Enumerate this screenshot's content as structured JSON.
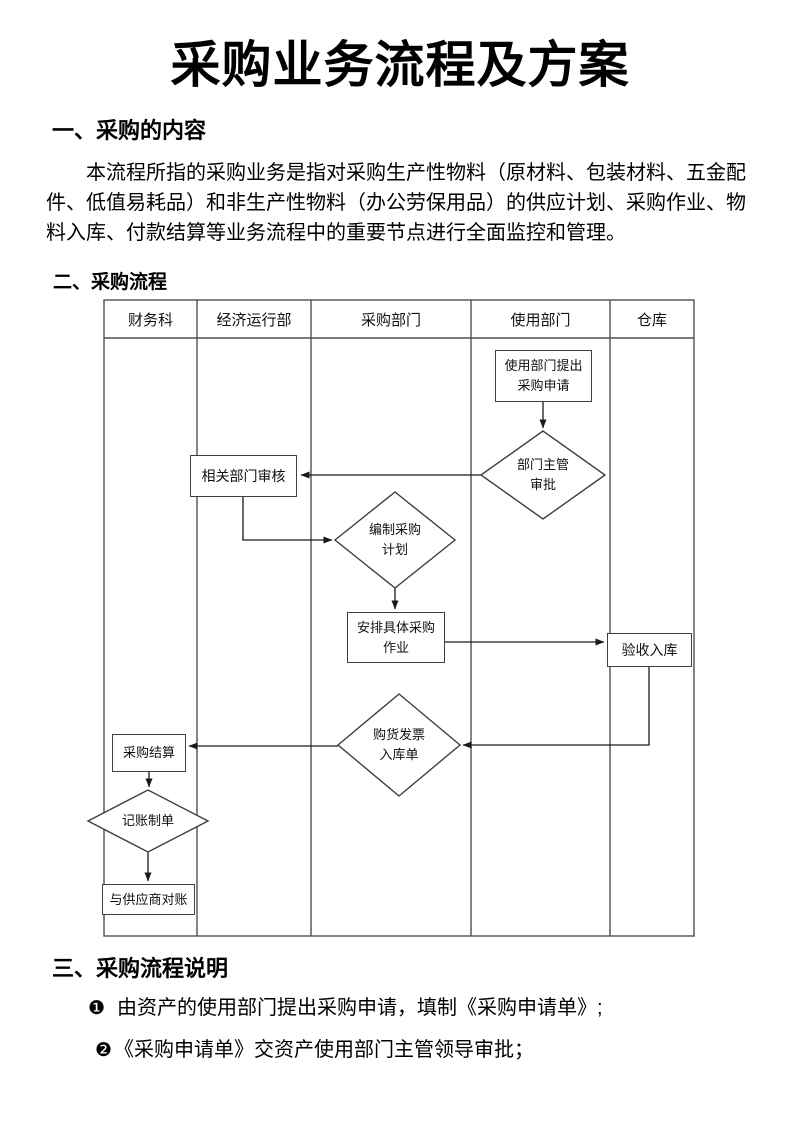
{
  "document": {
    "title": "采购业务流程及方案",
    "section1": {
      "heading": "一、采购的内容",
      "paragraph_lines": [
        "本流程所指的采购业务是指对采购生产性物料（原材料、包装材料、五金配",
        "件、低值易耗品）和非生产性物料（办公劳保用品）的供应计划、采购作业、物",
        "料入库、付款结算等业务流程中的重要节点进行全面监控和管理。"
      ]
    },
    "section2": {
      "heading": "二、采购流程"
    },
    "section3": {
      "heading": "三、采购流程说明",
      "items": [
        {
          "bullet": "❶",
          "text": "由资产的使用部门提出采购申请，填制《采购申请单》;"
        },
        {
          "bullet": "❷",
          "text": "《采购申请单》交资产使用部门主管领导审批；"
        }
      ]
    }
  },
  "flowchart": {
    "lanes": [
      "财务科",
      "经济运行部",
      "采购部门",
      "使用部门",
      "仓库"
    ],
    "nodes": {
      "apply": {
        "type": "process",
        "lane": "使用部门",
        "line1": "使用部门提出",
        "line2": "采购申请"
      },
      "supervisor": {
        "type": "decision",
        "lane": "使用部门",
        "line1": "部门主管",
        "line2": "审批"
      },
      "review": {
        "type": "process",
        "lane": "经济运行部",
        "line1": "相关部门审核",
        "line2": ""
      },
      "plan": {
        "type": "decision",
        "lane": "采购部门",
        "line1": "编制采购",
        "line2": "计划"
      },
      "arrange": {
        "type": "process",
        "lane": "采购部门",
        "line1": "安排具体采购",
        "line2": "作业"
      },
      "receive": {
        "type": "process",
        "lane": "仓库",
        "line1": "验收入库",
        "line2": ""
      },
      "invoice": {
        "type": "decision",
        "lane": "采购部门",
        "line1": "购货发票",
        "line2": "入库单"
      },
      "settle": {
        "type": "process",
        "lane": "财务科",
        "line1": "采购结算",
        "line2": ""
      },
      "account": {
        "type": "decision",
        "lane": "财务科",
        "line1": "记账制单",
        "line2": ""
      },
      "reconcile": {
        "type": "process",
        "lane": "财务科",
        "line1": "与供应商对账",
        "line2": ""
      }
    },
    "colors": {
      "ink": "#111111",
      "line": "#1a1a1a",
      "border": "#3f3f3f",
      "background": "#ffffff"
    }
  }
}
